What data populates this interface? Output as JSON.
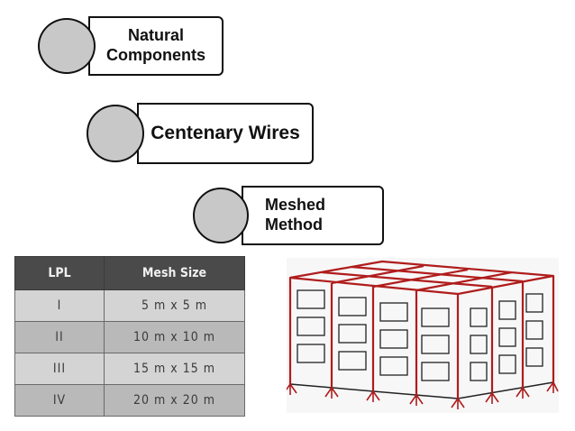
{
  "methods": [
    {
      "label": "Natural\nComponents"
    },
    {
      "label": "Centenary Wires"
    },
    {
      "label": "Meshed\nMethod"
    }
  ],
  "table": {
    "headers": [
      "LPL",
      "Mesh Size"
    ],
    "rows": [
      [
        "I",
        "5 m x 5 m"
      ],
      [
        "II",
        "10 m x 10 m"
      ],
      [
        "III",
        "15 m x 15 m"
      ],
      [
        "IV",
        "20 m x 20 m"
      ]
    ]
  },
  "colors": {
    "mesh": "#b01c1c",
    "building_outline": "#222222",
    "circle_fill": "#c8c8c8"
  }
}
